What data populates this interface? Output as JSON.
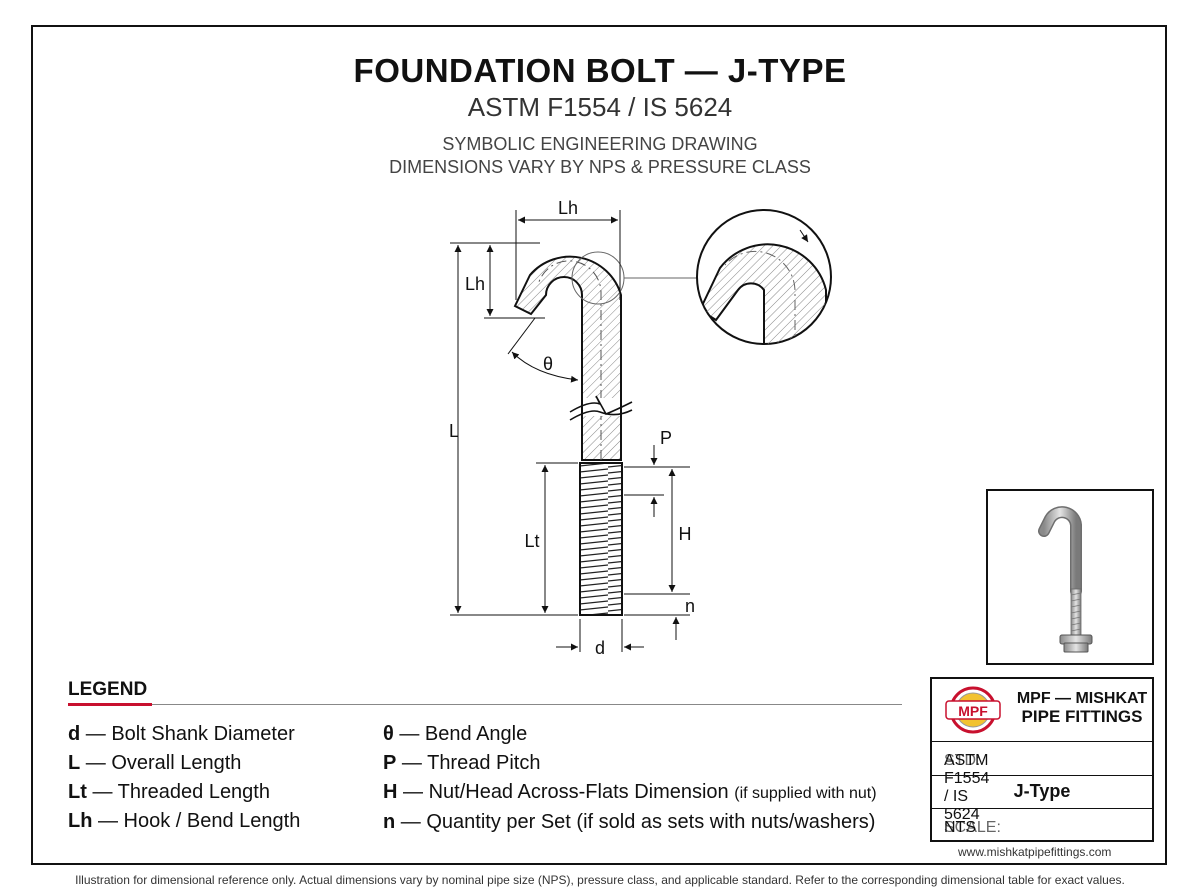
{
  "header": {
    "title": "FOUNDATION BOLT — J-TYPE",
    "subtitle": "ASTM F1554 / IS 5624",
    "note_line1": "SYMBOLIC ENGINEERING DRAWING",
    "note_line2": "DIMENSIONS VARY BY NPS & PRESSURE CLASS"
  },
  "dimensions": {
    "lh_top": "Lh",
    "lh_side": "Lh",
    "theta": "θ",
    "l": "L",
    "lt": "Lt",
    "p": "P",
    "h": "H",
    "n": "n",
    "d": "d"
  },
  "legend": {
    "title": "LEGEND",
    "left": [
      {
        "sym": "d",
        "text": " — Bolt Shank Diameter"
      },
      {
        "sym": "L",
        "text": " — Overall Length"
      },
      {
        "sym": "Lt",
        "text": " — Threaded Length"
      },
      {
        "sym": "Lh",
        "text": " — Hook / Bend Length"
      }
    ],
    "right": [
      {
        "sym": "θ",
        "text": " — Bend Angle",
        "extra": ""
      },
      {
        "sym": "P",
        "text": " — Thread Pitch",
        "extra": ""
      },
      {
        "sym": "H",
        "text": " — Nut/Head Across-Flats Dimension ",
        "extra": "(if supplied with nut)"
      },
      {
        "sym": "n",
        "text": " — Quantity per Set (if sold as sets with nuts/washers)",
        "extra": ""
      }
    ]
  },
  "title_block": {
    "logo_text": "MPF",
    "brand_line1": "MPF — MISHKAT",
    "brand_line2": "PIPE FITTINGS",
    "std_label": "STD:",
    "std_value": "ASTM F1554 / IS 5624",
    "type": "J-Type",
    "scale_label": "SCALE:",
    "scale_value": "NTS"
  },
  "website": "www.mishkatpipefittings.com",
  "footer": "Illustration for dimensional reference only. Actual dimensions vary by nominal pipe size (NPS), pressure class, and applicable standard. Refer to the corresponding dimensional table for exact values."
}
